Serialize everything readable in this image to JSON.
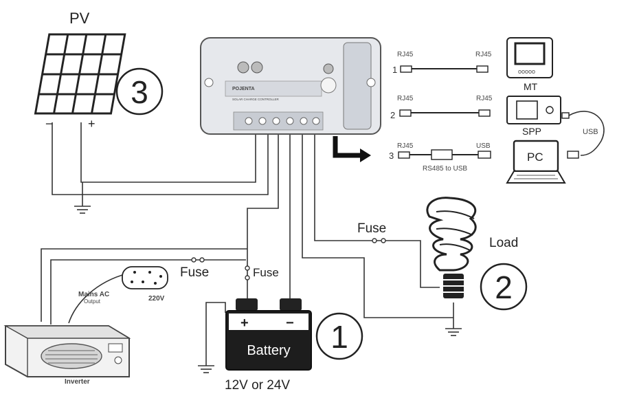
{
  "labels": {
    "pv": "PV",
    "battery": "Battery",
    "battery_plus": "+",
    "battery_minus": "−",
    "voltage": "12V or 24V",
    "load": "Load",
    "fuse_load": "Fuse",
    "fuse_inverter": "Fuse",
    "fuse_battery": "Fuse",
    "inverter": "Inverter",
    "mains_ac": "Mains AC",
    "output": "Output",
    "v220": "220V",
    "pv_minus": "−",
    "pv_plus": "+",
    "controller_brand": "POJENTA",
    "controller_sub": "SOLAR CHARGE CONTROLLER"
  },
  "numbers": {
    "n1": "1",
    "n2": "2",
    "n3": "3"
  },
  "comm": {
    "l1_num": "1",
    "l1_left": "RJ45",
    "l1_right": "RJ45",
    "l1_device": "MT",
    "l2_num": "2",
    "l2_left": "RJ45",
    "l2_right": "RJ45",
    "l2_device": "SPP",
    "l3_num": "3",
    "l3_left": "RJ45",
    "l3_right": "USB",
    "l3_device": "PC",
    "converter": "RS485 to USB",
    "usb": "USB",
    "mt_screen": "ooooo"
  }
}
